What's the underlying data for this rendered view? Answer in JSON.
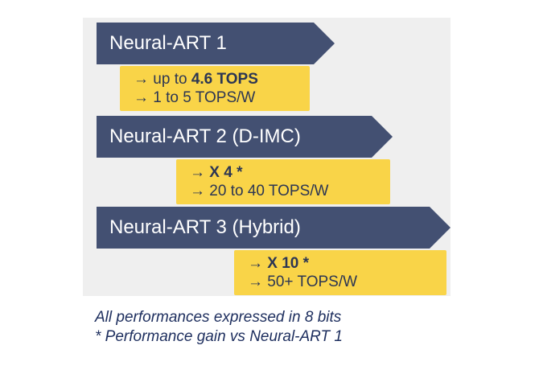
{
  "levels": [
    {
      "title": "Neural-ART 1",
      "line1_prefix": "→ up to ",
      "line1_bold": "4.6 TOPS",
      "line2": "→ 1 to 5 TOPS/W"
    },
    {
      "title": "Neural-ART 2 (D-IMC)",
      "line1_prefix": "→ ",
      "line1_bold": "X 4 *",
      "line2": "→ 20 to 40 TOPS/W"
    },
    {
      "title": "Neural-ART 3 (Hybrid)",
      "line1_prefix": "→ ",
      "line1_bold": "X 10 *",
      "line2": "→ 50+ TOPS/W"
    }
  ],
  "footnotes": {
    "line1": "All performances expressed in 8 bits",
    "line2": "* Performance gain vs Neural-ART 1"
  },
  "colors": {
    "arrow": "#435072",
    "box": "#f9d448",
    "panel": "#efefef",
    "footnote_text": "#1d2e5e"
  }
}
